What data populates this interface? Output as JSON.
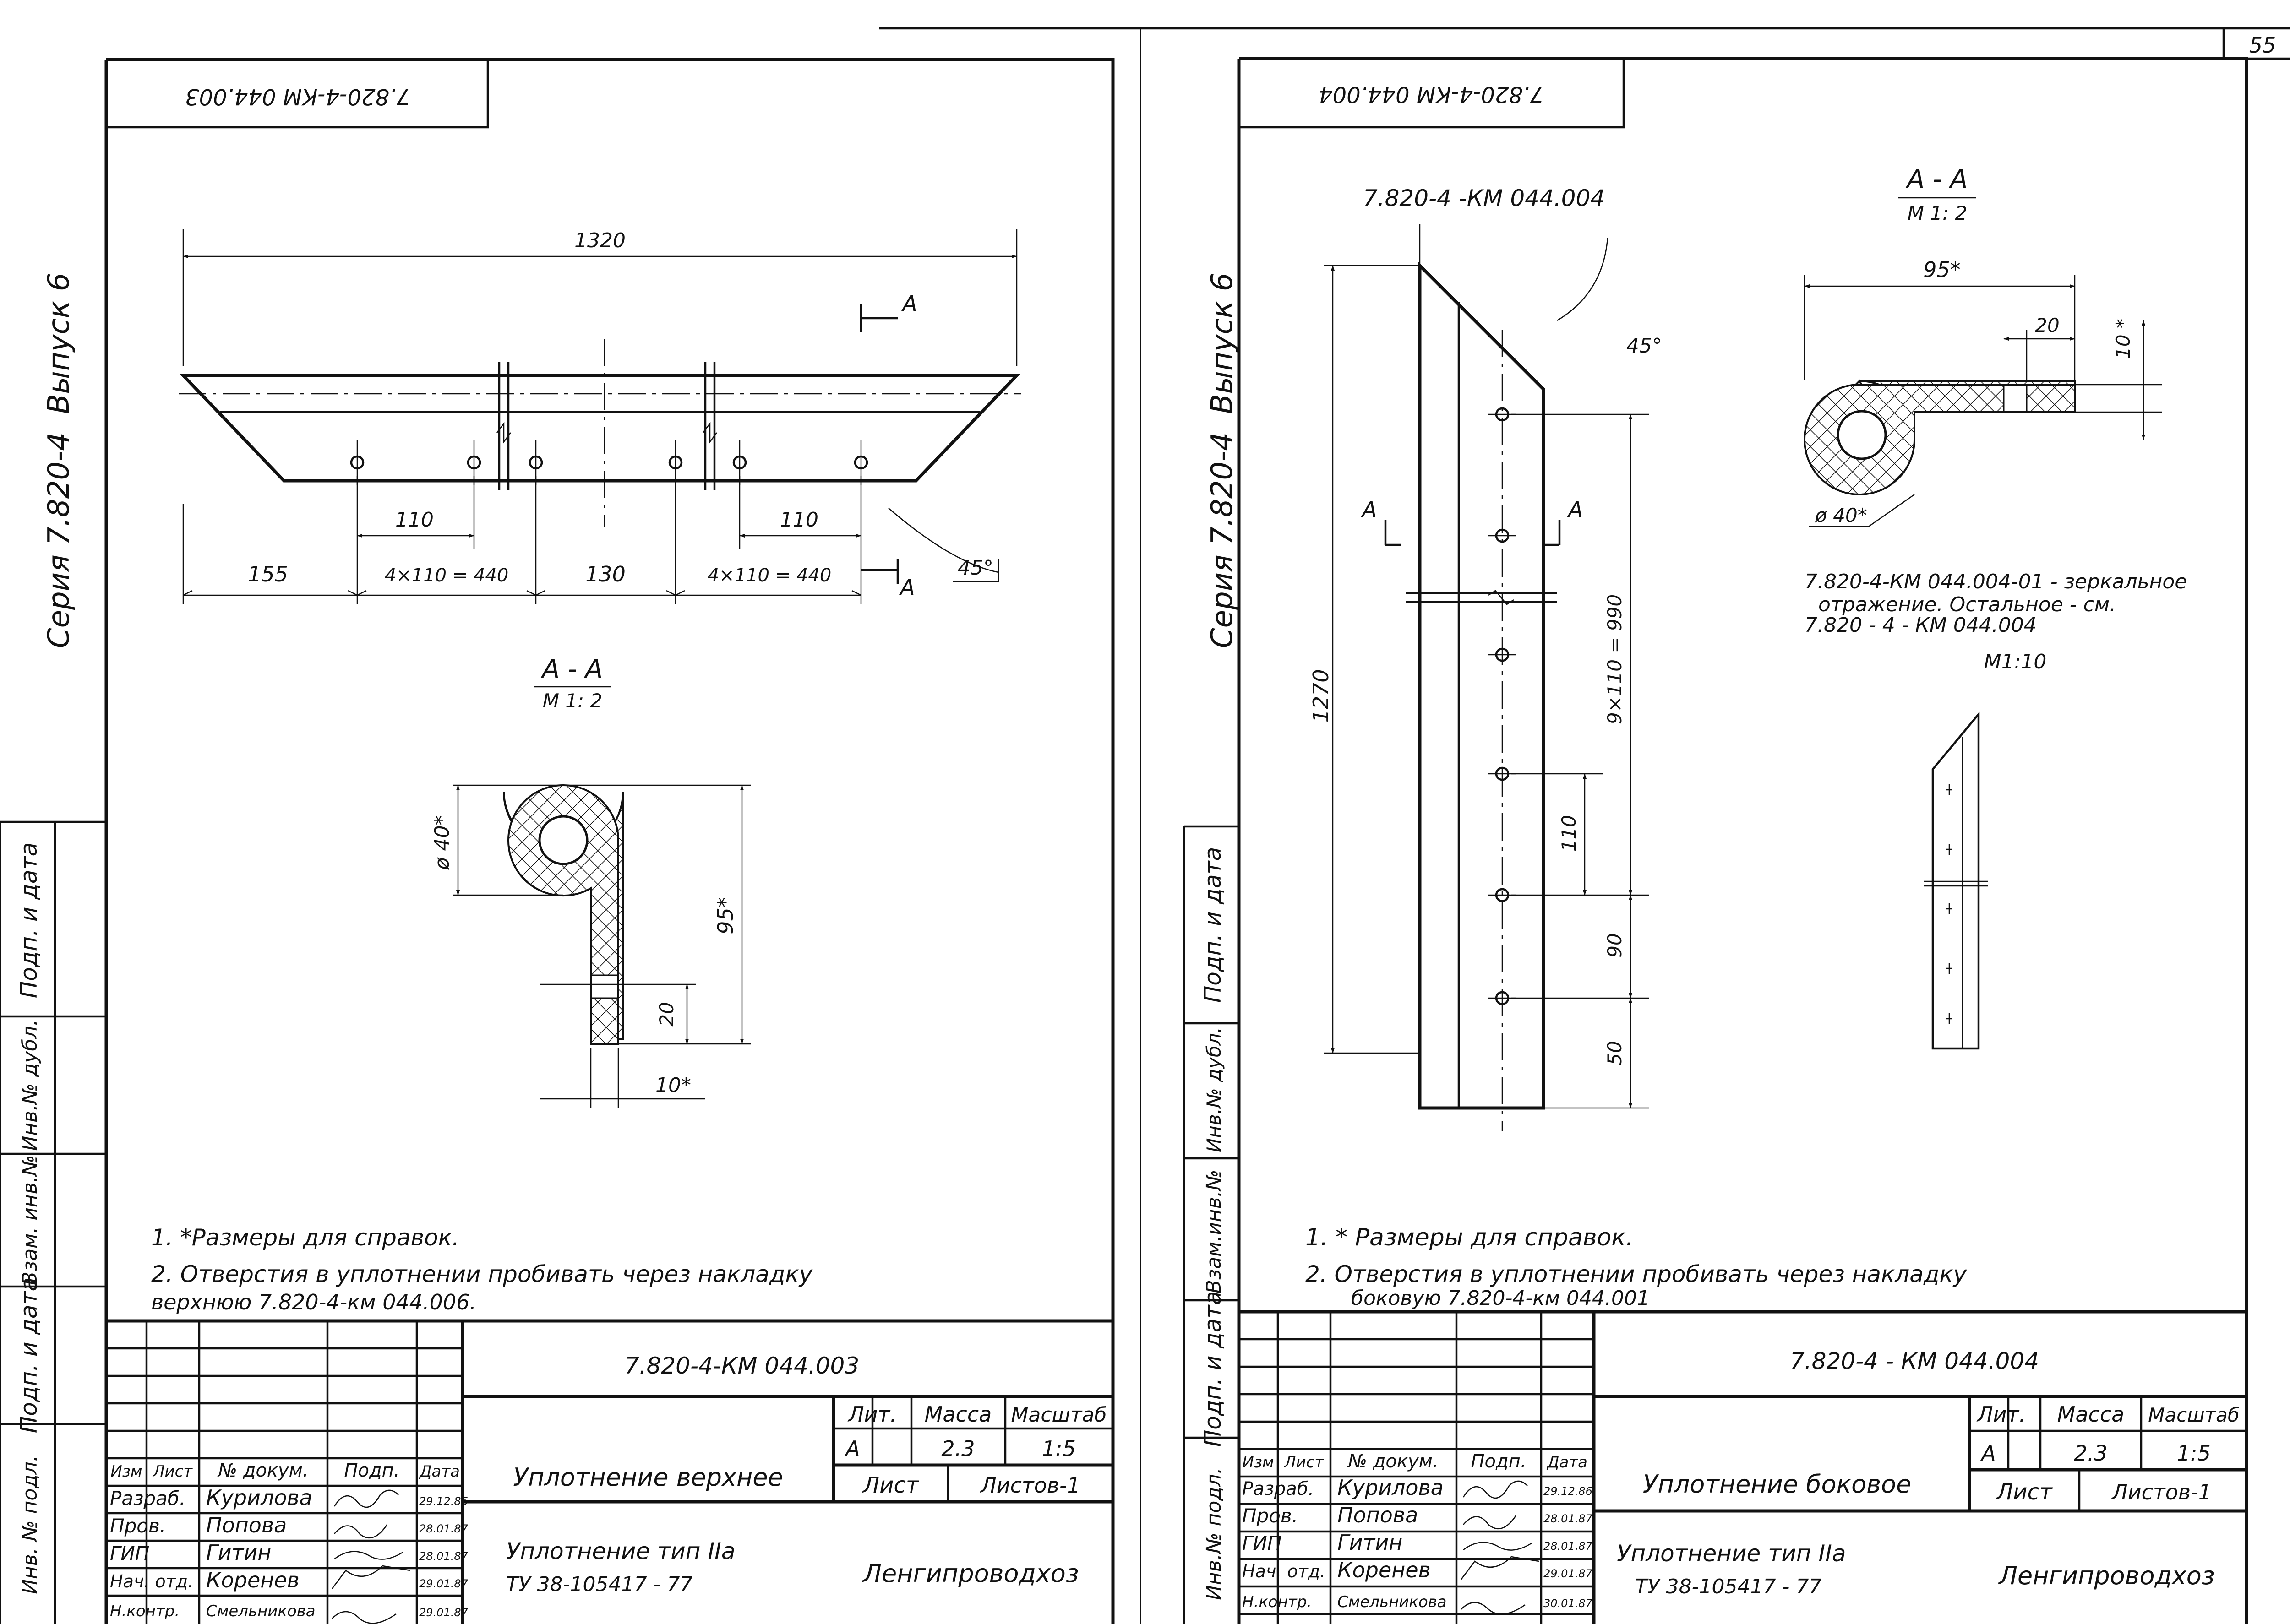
{
  "page_number": "55",
  "left_sheet": {
    "corner_code": "7.820-4-КМ 044.003",
    "side_margin": {
      "series": "Серия  7.820-4",
      "issue": "Выпуск 6"
    },
    "margin_fields": [
      "Подп. и дата",
      "Инв.№ дубл.",
      "Взам. инв.№",
      "Подп. и дата",
      "Инв. № подл."
    ],
    "dimensions": {
      "total_length": "1320",
      "pitch_left": "110",
      "pitch_right": "110",
      "seg1": "155",
      "seg2": "4×110 = 440",
      "seg3": "130",
      "seg4": "4×110 = 440",
      "angle": "45°",
      "section_mark": "А"
    },
    "section": {
      "title": "А - А",
      "scale": "М 1: 2",
      "dia": "ø 40*",
      "height": "95*",
      "slot": "20",
      "thickness": "10*"
    },
    "notes": [
      "1. *Размеры для справок.",
      "2. Отверстия в уплотнении пробивать через накладку",
      "верхнюю 7.820-4-км 044.006."
    ],
    "title_block": {
      "doc_code": "7.820-4-КМ 044.003",
      "name": "Уплотнение верхнее",
      "type_line1": "Уплотнение тип IIа",
      "type_line2": "ТУ 38-105417 - 77",
      "org": "Ленгипроводхоз",
      "lit_header": "Лит.",
      "mass_header": "Масса",
      "scale_header": "Масштаб",
      "lit": "А",
      "mass": "2.3",
      "scale": "1:5",
      "sheet_label": "Лист",
      "sheets_label": "Листов-1",
      "headers": [
        "Изм",
        "Лист",
        "№ докум.",
        "Подп.",
        "Дата"
      ],
      "rows": [
        {
          "role": "Разраб.",
          "name": "Курилова",
          "date": "29.12.86"
        },
        {
          "role": "Пров.",
          "name": "Попова",
          "date": "28.01.87"
        },
        {
          "role": "ГИП",
          "name": "Гитин",
          "date": "28.01.87"
        },
        {
          "role": "Нач. отд.",
          "name": "Коренев",
          "date": "29.01.87"
        },
        {
          "role": "Н.контр.",
          "name": "Смельникова",
          "date": "29.01.87"
        }
      ]
    }
  },
  "right_sheet": {
    "corner_code": "7.820-4-КМ 044.004",
    "side_margin": {
      "series": "Серия  7.820-4",
      "issue": "Выпуск 6"
    },
    "margin_fields": [
      "Подп. и дата",
      "Инв.№ дубл.",
      "Взам.инв.№",
      "Подп. и дата",
      "Инв.№ подл."
    ],
    "part_label": "7.820-4 -КМ 044.004",
    "dimensions": {
      "total_length": "1270",
      "run": "9×110 = 990",
      "pitch": "110",
      "end_gap": "90",
      "end": "50",
      "angle": "45°",
      "section_mark": "А"
    },
    "section": {
      "title": "А - А",
      "scale": "М 1: 2",
      "width": "95*",
      "slot": "20",
      "thickness": "10 *",
      "dia": "ø 40*"
    },
    "mirror_note": [
      "7.820-4-КМ 044.004-01 - зеркальное",
      "отражение. Остальное - см.",
      "7.820 - 4 - КМ 044.004"
    ],
    "mirror_scale": "М1:10",
    "notes": [
      "1. * Размеры для справок.",
      "2. Отверстия в уплотнении пробивать через накладку",
      "боковую 7.820-4-км 044.001"
    ],
    "title_block": {
      "doc_code": "7.820-4 - КМ 044.004",
      "name": "Уплотнение боковое",
      "type_line1": "Уплотнение тип IIа",
      "type_line2": "ТУ 38-105417 - 77",
      "org": "Ленгипроводхоз",
      "lit_header": "Лит.",
      "mass_header": "Масса",
      "scale_header": "Масштаб",
      "lit": "А",
      "mass": "2.3",
      "scale": "1:5",
      "sheet_label": "Лист",
      "sheets_label": "Листов-1",
      "headers": [
        "Изм",
        "Лист",
        "№ докум.",
        "Подп.",
        "Дата"
      ],
      "rows": [
        {
          "role": "Разраб.",
          "name": "Курилова",
          "date": "29.12.86"
        },
        {
          "role": "Пров.",
          "name": "Попова",
          "date": "28.01.87"
        },
        {
          "role": "ГИП",
          "name": "Гитин",
          "date": "28.01.87"
        },
        {
          "role": "Нач. отд.",
          "name": "Коренев",
          "date": "29.01.87"
        },
        {
          "role": "Н.контр.",
          "name": "Смельникова",
          "date": "30.01.87"
        }
      ]
    }
  }
}
